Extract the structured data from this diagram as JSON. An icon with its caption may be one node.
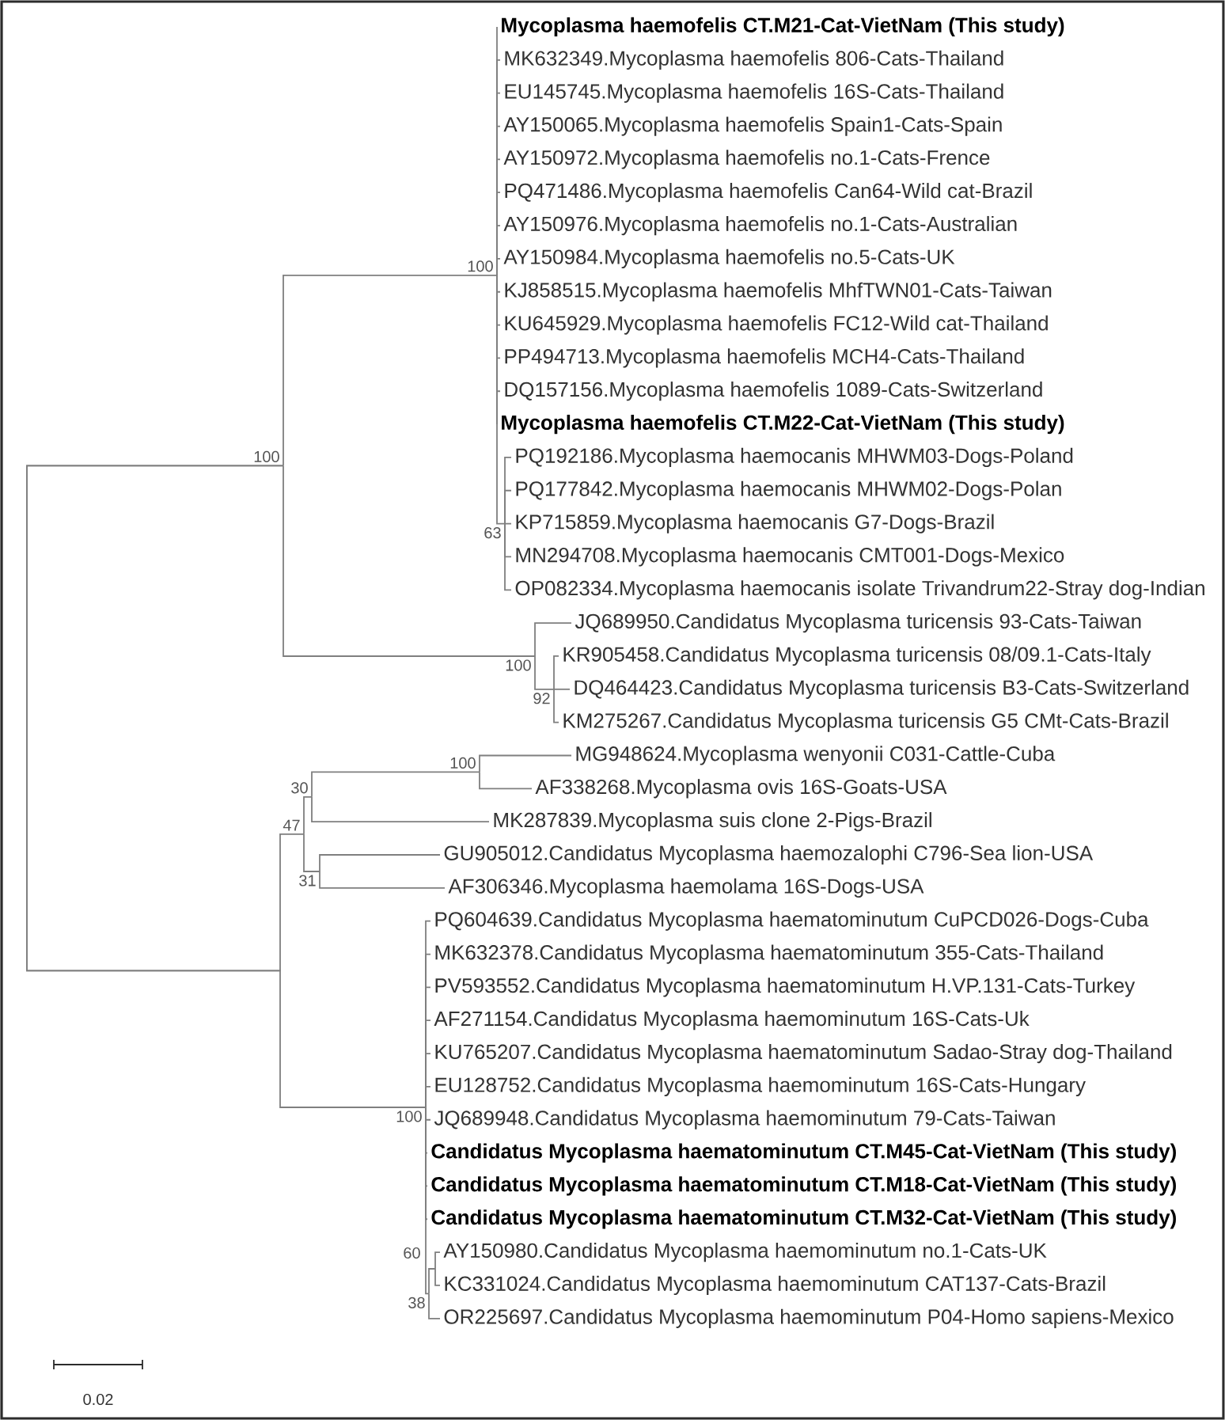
{
  "diagram": {
    "nodes": [
      {
        "text": [
          "Mycoplasma haemofelis CT.M21-Cat-VietNam (This study)"
        ]
      },
      {
        "text": [
          "MK632349.Mycoplasma haemofelis 806-Cats-Thailand"
        ]
      },
      {
        "text": [
          "EU145745.Mycoplasma haemofelis 16S-Cats-Thailand"
        ]
      },
      {
        "text": [
          "AY150065.Mycoplasma haemofelis Spain1-Cats-Spain"
        ]
      },
      {
        "text": [
          "AY150972.Mycoplasma haemofelis no.1-Cats-Frence"
        ]
      },
      {
        "text": [
          "PQ471486.Mycoplasma haemofelis Can64-Wild cat-Brazil"
        ]
      },
      {
        "text": [
          "AY150976.Mycoplasma haemofelis no.1-Cats-Australian"
        ]
      },
      {
        "text": [
          "100"
        ]
      },
      {
        "text": [
          "AY150984.Mycoplasma haemofelis no.5-Cats-UK"
        ]
      },
      {
        "text": [
          "KJ858515.Mycoplasma haemofelis MhfTWN01-Cats-Taiwan"
        ]
      },
      {
        "text": [
          "KU645929.Mycoplasma haemofelis FC12-Wild cat-Thailand"
        ]
      },
      {
        "text": [
          "PP494713.Mycoplasma haemofelis MCH4-Cats-Thailand"
        ]
      },
      {
        "text": [
          "DQ157156.Mycoplasma haemofelis 1089-Cats-Switzerland"
        ]
      },
      {
        "text": [
          "Mycoplasma haemofelis CT.M22-Cat-VietNam (This study)"
        ]
      },
      {
        "text": [
          "100"
        ]
      },
      {
        "text": [
          "PQ192186.Mycoplasma haemocanis MHWM03-Dogs-Poland"
        ]
      },
      {
        "text": [
          "PQ177842.Mycoplasma haemocanis MHWM02-Dogs-Polan"
        ]
      },
      {
        "text": [
          "KP715859.Mycoplasma haemocanis G7-Dogs-Brazil"
        ]
      },
      {
        "text": [
          "63"
        ]
      },
      {
        "text": [
          "MN294708.Mycoplasma haemocanis CMT001-Dogs-Mexico"
        ]
      },
      {
        "text": [
          "OP082334.Mycoplasma haemocanis isolate Trivandrum22-Stray dog-Indian"
        ]
      },
      {
        "text": [
          "JQ689950.Candidatus Mycoplasma turicensis 93-Cats-Taiwan"
        ]
      },
      {
        "text": [
          "KR905458.Candidatus Mycoplasma turicensis 08/09.1-Cats-Italy"
        ]
      },
      {
        "text": [
          "100"
        ]
      },
      {
        "text": [
          "DQ464423.Candidatus Mycoplasma turicensis B3-Cats-Switzerland"
        ]
      },
      {
        "text": [
          "92"
        ]
      },
      {
        "text": [
          "KM275267.Candidatus Mycoplasma turicensis G5 CMt-Cats-Brazil"
        ]
      },
      {
        "text": [
          "100"
        ]
      },
      {
        "text": [
          "MG948624.Mycoplasma wenyonii C031-Cattle-Cuba"
        ]
      },
      {
        "text": [
          "30"
        ]
      },
      {
        "text": [
          "AF338268.Mycoplasma ovis 16S-Goats-USA"
        ]
      },
      {
        "text": [
          "47"
        ]
      },
      {
        "text": [
          "MK287839.Mycoplasma suis clone 2-Pigs-Brazil"
        ]
      },
      {
        "text": [
          "GU905012.Candidatus Mycoplasma haemozalophi C796-Sea lion-USA"
        ]
      },
      {
        "text": [
          "31"
        ]
      },
      {
        "text": [
          "AF306346.Mycoplasma haemolama 16S-Dogs-USA"
        ]
      },
      {
        "text": [
          "PQ604639.Candidatus Mycoplasma haematominutum CuPCD026-Dogs-Cuba"
        ]
      },
      {
        "text": [
          "MK632378.Candidatus Mycoplasma haematominutum 355-Cats-Thailand"
        ]
      },
      {
        "text": [
          "PV593552.Candidatus Mycoplasma haematominutum H.VP.131-Cats-Turkey"
        ]
      },
      {
        "text": [
          "AF271154.Candidatus Mycoplasma haemominutum 16S-Cats-Uk"
        ]
      },
      {
        "text": [
          "KU765207.Candidatus Mycoplasma haematominutum Sadao-Stray dog-Thailand"
        ]
      },
      {
        "text": [
          "EU128752.Candidatus Mycoplasma haemominutum 16S-Cats-Hungary"
        ]
      },
      {
        "text": [
          "100"
        ]
      },
      {
        "text": [
          "JQ689948.Candidatus Mycoplasma haemominutum 79-Cats-Taiwan"
        ]
      },
      {
        "text": [
          "Candidatus Mycoplasma haematominutum CT.M45-Cat-VietNam (This study)"
        ]
      },
      {
        "text": [
          "Candidatus Mycoplasma haematominutum CT.M18-Cat-VietNam (This study)"
        ]
      },
      {
        "text": [
          "Candidatus Mycoplasma haematominutum CT.M32-Cat-VietNam (This study)"
        ]
      },
      {
        "text": [
          "60"
        ]
      },
      {
        "text": [
          "AY150980.Candidatus Mycoplasma haemominutum no.1-Cats-UK"
        ]
      },
      {
        "text": [
          "KC331024.Candidatus Mycoplasma haemominutum CAT137-Cats-Brazil"
        ]
      },
      {
        "text": [
          "38"
        ]
      },
      {
        "text": [
          "OR225697.Candidatus Mycoplasma haemominutum P04-Homo sapiens-Mexico"
        ]
      }
    ],
    "edges": [
      {
        "from": 14,
        "to": 7,
        "arrow": "none"
      },
      {
        "from": 14,
        "to": 23,
        "arrow": "none"
      },
      {
        "from": 14,
        "to": 31,
        "arrow": "none"
      },
      {
        "from": 14,
        "to": 42,
        "arrow": "none"
      },
      {
        "from": 7,
        "to": 0,
        "arrow": "none"
      },
      {
        "from": 7,
        "to": 1,
        "arrow": "none"
      },
      {
        "from": 7,
        "to": 2,
        "arrow": "none"
      },
      {
        "from": 7,
        "to": 3,
        "arrow": "none"
      },
      {
        "from": 7,
        "to": 4,
        "arrow": "none"
      },
      {
        "from": 7,
        "to": 5,
        "arrow": "none"
      },
      {
        "from": 7,
        "to": 6,
        "arrow": "none"
      },
      {
        "from": 7,
        "to": 8,
        "arrow": "none"
      },
      {
        "from": 7,
        "to": 9,
        "arrow": "none"
      },
      {
        "from": 7,
        "to": 10,
        "arrow": "none"
      },
      {
        "from": 7,
        "to": 11,
        "arrow": "none"
      },
      {
        "from": 7,
        "to": 12,
        "arrow": "none"
      },
      {
        "from": 7,
        "to": 13,
        "arrow": "none"
      },
      {
        "from": 7,
        "to": 18,
        "arrow": "none"
      },
      {
        "from": 18,
        "to": 15,
        "arrow": "none"
      },
      {
        "from": 18,
        "to": 16,
        "arrow": "none"
      },
      {
        "from": 18,
        "to": 17,
        "arrow": "none"
      },
      {
        "from": 18,
        "to": 19,
        "arrow": "none"
      },
      {
        "from": 18,
        "to": 20,
        "arrow": "none"
      },
      {
        "from": 23,
        "to": 21,
        "arrow": "none"
      },
      {
        "from": 23,
        "to": 25,
        "arrow": "none"
      },
      {
        "from": 25,
        "to": 22,
        "arrow": "none"
      },
      {
        "from": 25,
        "to": 24,
        "arrow": "none"
      },
      {
        "from": 25,
        "to": 26,
        "arrow": "none"
      },
      {
        "from": 31,
        "to": 29,
        "arrow": "none"
      },
      {
        "from": 31,
        "to": 34,
        "arrow": "none"
      },
      {
        "from": 29,
        "to": 27,
        "arrow": "none"
      },
      {
        "from": 29,
        "to": 32,
        "arrow": "none"
      },
      {
        "from": 27,
        "to": 28,
        "arrow": "none"
      },
      {
        "from": 27,
        "to": 30,
        "arrow": "none"
      },
      {
        "from": 34,
        "to": 33,
        "arrow": "none"
      },
      {
        "from": 34,
        "to": 35,
        "arrow": "none"
      },
      {
        "from": 42,
        "to": 36,
        "arrow": "none"
      },
      {
        "from": 42,
        "to": 37,
        "arrow": "none"
      },
      {
        "from": 42,
        "to": 38,
        "arrow": "none"
      },
      {
        "from": 42,
        "to": 39,
        "arrow": "none"
      },
      {
        "from": 42,
        "to": 40,
        "arrow": "none"
      },
      {
        "from": 42,
        "to": 41,
        "arrow": "none"
      },
      {
        "from": 42,
        "to": 43,
        "arrow": "none"
      },
      {
        "from": 42,
        "to": 44,
        "arrow": "none"
      },
      {
        "from": 42,
        "to": 45,
        "arrow": "none"
      },
      {
        "from": 42,
        "to": 46,
        "arrow": "none"
      },
      {
        "from": 42,
        "to": 50,
        "arrow": "none"
      },
      {
        "from": 50,
        "to": 47,
        "arrow": "none"
      },
      {
        "from": 50,
        "to": 51,
        "arrow": "none"
      },
      {
        "from": 47,
        "to": 48,
        "arrow": "none"
      },
      {
        "from": 47,
        "to": 49,
        "arrow": "none"
      }
    ],
    "labels": [
      "0.02"
    ]
  }
}
